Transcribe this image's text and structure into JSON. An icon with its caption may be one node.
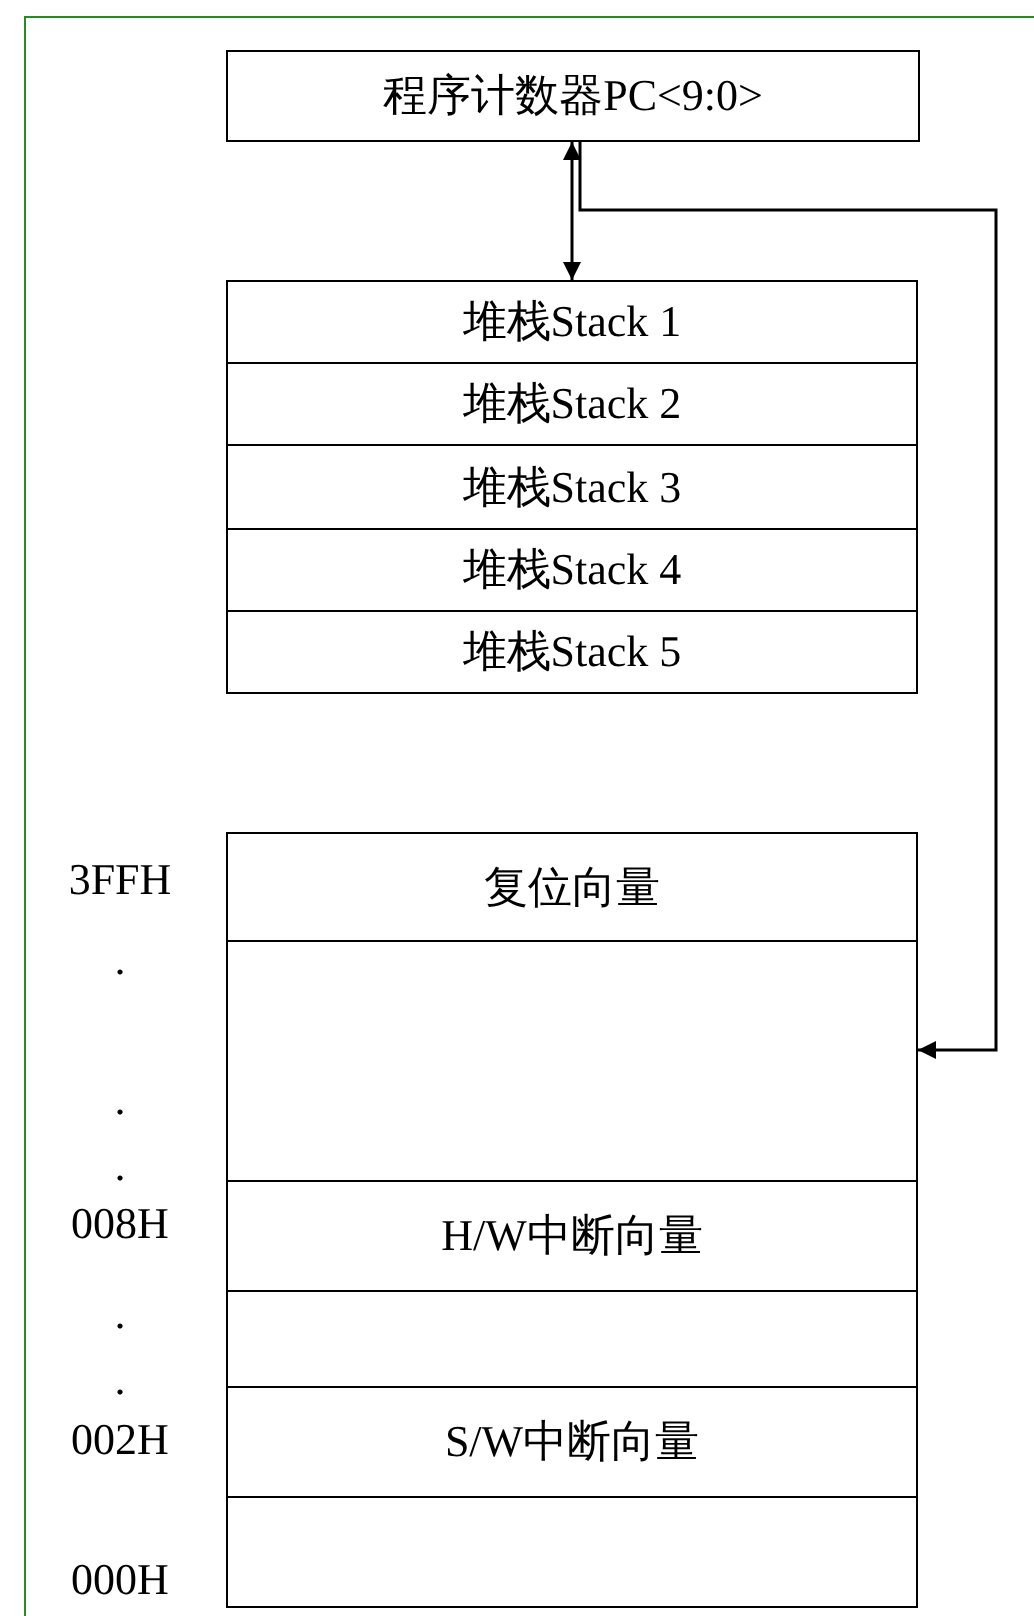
{
  "diagram": {
    "nodes": [
      {
        "text": [
          "程序计数器PC<9:0>"
        ]
      },
      {
        "text": [
          "堆栈Stack 1"
        ]
      },
      {
        "text": [
          "堆栈Stack 2"
        ]
      },
      {
        "text": [
          "堆栈Stack 3"
        ]
      },
      {
        "text": [
          "堆栈Stack 4"
        ]
      },
      {
        "text": [
          "堆栈Stack 5"
        ]
      },
      {
        "text": [
          "复位向量"
        ]
      },
      {
        "text": [],
        "shape": "box"
      },
      {
        "text": [
          "H/W中断向量"
        ]
      },
      {
        "text": [],
        "shape": "box"
      },
      {
        "text": [
          "S/W中断向量"
        ]
      },
      {
        "text": [],
        "shape": "box"
      }
    ],
    "edges": [
      {
        "from": 0,
        "to": 1,
        "arrow": "both"
      },
      {
        "from": 0,
        "to": 7,
        "arrow": "to"
      }
    ],
    "labels": [
      "3FFH",
      ".",
      ".",
      ".",
      "008H",
      ".",
      ".",
      "002H",
      "000H"
    ]
  }
}
